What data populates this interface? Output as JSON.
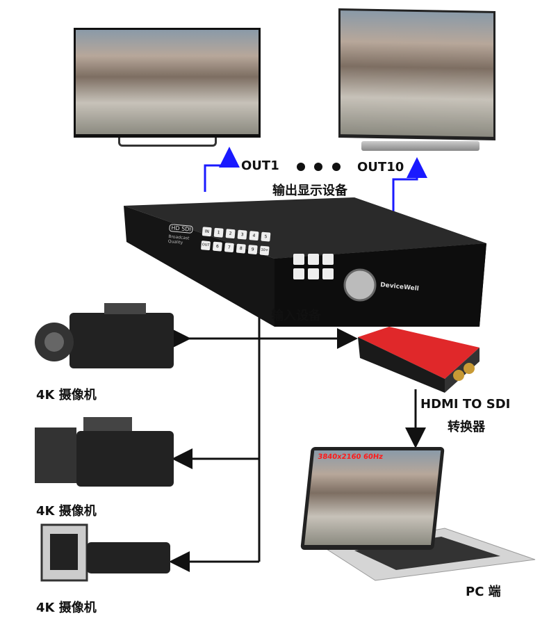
{
  "outputs": {
    "out1_label": "OUT1",
    "out10_label": "OUT10",
    "group_label": "输出显示设备"
  },
  "inputs": {
    "group_label": "输入设备"
  },
  "cameras": [
    {
      "label": "4K 摄像机"
    },
    {
      "label": "4K 摄像机"
    },
    {
      "label": "4K 摄像机"
    }
  ],
  "converter": {
    "line1": "HDMI TO SDI",
    "line2": "转换器"
  },
  "pc": {
    "label": "PC 端",
    "screen_overlay": "3840x2160 60Hz"
  },
  "matrix": {
    "badge": "HD SDI",
    "subtitle": "Broadcast Quality",
    "brand": "DeviceWell",
    "keys_top": [
      "IN",
      "1",
      "2",
      "3",
      "4",
      "5"
    ],
    "keys_bottom": [
      "OUT",
      "6",
      "7",
      "8",
      "9",
      "10+"
    ]
  },
  "colors": {
    "output_line": "#1a1aff",
    "input_line": "#111111",
    "converter": "#e0282a"
  }
}
